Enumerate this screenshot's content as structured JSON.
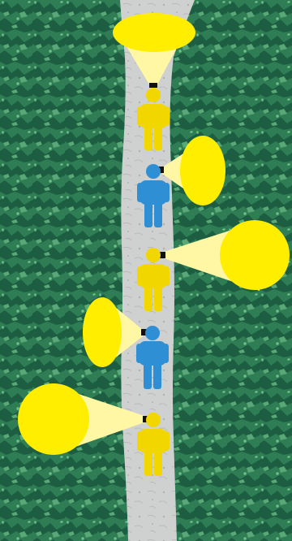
{
  "colors": {
    "grass_dark": "#1d5e42",
    "grass_mid": "#2f7d55",
    "grass_light": "#5aa877",
    "path": "#cfd0d0",
    "path_texture": "#b9bbbb",
    "flashlight_beam": "#fff7a3",
    "flashlight_spot": "#ffee00",
    "lamp": "#111111",
    "person_yellow": "#f2d600",
    "person_blue": "#2f8fd4"
  },
  "people": [
    {
      "color": "yellow",
      "beam_direction": "up"
    },
    {
      "color": "blue",
      "beam_direction": "right"
    },
    {
      "color": "yellow",
      "beam_direction": "right"
    },
    {
      "color": "blue",
      "beam_direction": "left"
    },
    {
      "color": "yellow",
      "beam_direction": "left"
    }
  ]
}
